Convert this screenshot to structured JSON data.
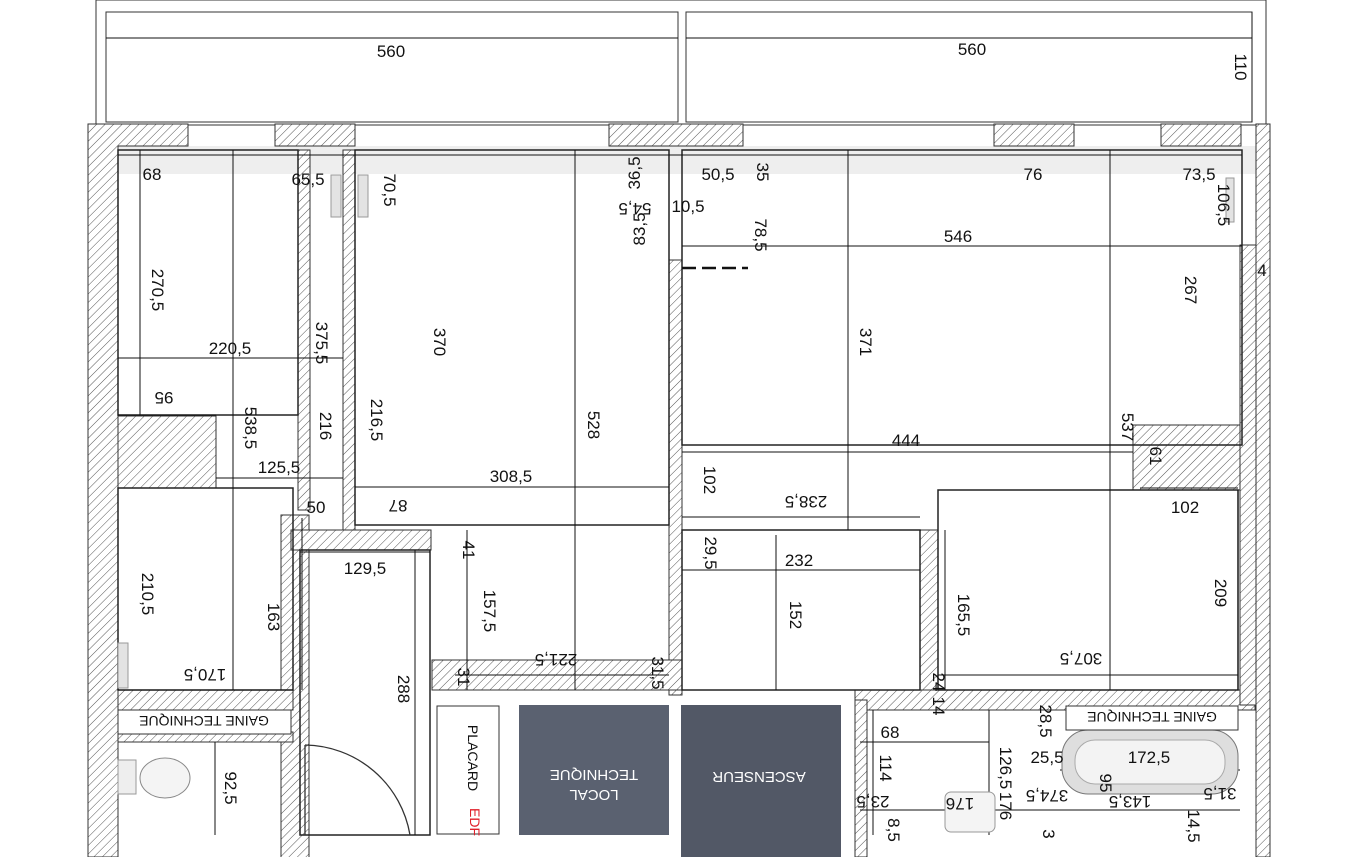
{
  "dimensions": [
    {
      "id": "top-left-width",
      "text": "560"
    },
    {
      "id": "top-right-width",
      "text": "560"
    },
    {
      "id": "top-right-depth",
      "text": "110"
    },
    {
      "id": "d68",
      "text": "68"
    },
    {
      "id": "d65-5",
      "text": "65,5"
    },
    {
      "id": "d70-5",
      "text": "70,5"
    },
    {
      "id": "d36-5",
      "text": "36,5"
    },
    {
      "id": "d54-5",
      "text": "54,5"
    },
    {
      "id": "d50-5",
      "text": "50,5"
    },
    {
      "id": "d35",
      "text": "35"
    },
    {
      "id": "d10-5",
      "text": "10,5"
    },
    {
      "id": "d83-5",
      "text": "83,5"
    },
    {
      "id": "d78-5",
      "text": "78,5"
    },
    {
      "id": "d76",
      "text": "76"
    },
    {
      "id": "d73-5",
      "text": "73,5"
    },
    {
      "id": "d106-5",
      "text": "106,5"
    },
    {
      "id": "d546",
      "text": "546"
    },
    {
      "id": "d270-5",
      "text": "270,5"
    },
    {
      "id": "d267",
      "text": "267"
    },
    {
      "id": "d4",
      "text": "4"
    },
    {
      "id": "d375-5",
      "text": "375,5"
    },
    {
      "id": "d370",
      "text": "370"
    },
    {
      "id": "d371",
      "text": "371"
    },
    {
      "id": "d220-5",
      "text": "220,5"
    },
    {
      "id": "d95",
      "text": "95"
    },
    {
      "id": "d538-5",
      "text": "538,5"
    },
    {
      "id": "d216",
      "text": "216"
    },
    {
      "id": "d216-5",
      "text": "216,5"
    },
    {
      "id": "d528",
      "text": "528"
    },
    {
      "id": "d444",
      "text": "444"
    },
    {
      "id": "d537",
      "text": "537"
    },
    {
      "id": "d61",
      "text": "61"
    },
    {
      "id": "d125-5",
      "text": "125,5"
    },
    {
      "id": "d308-5",
      "text": "308,5"
    },
    {
      "id": "d102a",
      "text": "102"
    },
    {
      "id": "d102b",
      "text": "102"
    },
    {
      "id": "d50",
      "text": "50"
    },
    {
      "id": "d87",
      "text": "87"
    },
    {
      "id": "d238-5",
      "text": "238,5"
    },
    {
      "id": "d41",
      "text": "41"
    },
    {
      "id": "d129-5",
      "text": "129,5"
    },
    {
      "id": "d29-5",
      "text": "29,5"
    },
    {
      "id": "d232",
      "text": "232"
    },
    {
      "id": "d210-5",
      "text": "210,5"
    },
    {
      "id": "d163",
      "text": "163"
    },
    {
      "id": "d157-5",
      "text": "157,5"
    },
    {
      "id": "d152",
      "text": "152"
    },
    {
      "id": "d165-5",
      "text": "165,5"
    },
    {
      "id": "d209",
      "text": "209"
    },
    {
      "id": "d170-5",
      "text": "170,5"
    },
    {
      "id": "d221-5",
      "text": "221,5"
    },
    {
      "id": "d31",
      "text": "31"
    },
    {
      "id": "d31-5a",
      "text": "31,5"
    },
    {
      "id": "d307-5",
      "text": "307,5"
    },
    {
      "id": "d24",
      "text": "24"
    },
    {
      "id": "d14",
      "text": "14"
    },
    {
      "id": "d288",
      "text": "288"
    },
    {
      "id": "d28-5",
      "text": "28,5"
    },
    {
      "id": "d68b",
      "text": "68"
    },
    {
      "id": "d114",
      "text": "114"
    },
    {
      "id": "d126-5",
      "text": "126,5"
    },
    {
      "id": "d25-5",
      "text": "25,5"
    },
    {
      "id": "d172-5",
      "text": "172,5"
    },
    {
      "id": "d92-5",
      "text": "92,5"
    },
    {
      "id": "d95b",
      "text": "95"
    },
    {
      "id": "d176a",
      "text": "176"
    },
    {
      "id": "d176b",
      "text": "176"
    },
    {
      "id": "d374-5",
      "text": "374,5"
    },
    {
      "id": "d143-5",
      "text": "143,5"
    },
    {
      "id": "d31-5b",
      "text": "31,5"
    },
    {
      "id": "d23-5",
      "text": "23,5"
    },
    {
      "id": "d8-5",
      "text": "8,5"
    },
    {
      "id": "d14-5",
      "text": "14,5"
    },
    {
      "id": "d3",
      "text": "3"
    }
  ],
  "rooms": {
    "gaine_left": "GAINE TECHNIQUE",
    "gaine_right": "GAINE TECHNIQUE",
    "placard": "PLACARD",
    "edf": "EDF",
    "local_line1": "LOCAL",
    "local_line2": "TECHNIQUE",
    "ascenseur": "ASCENSEUR"
  },
  "colors": {
    "wall_hatch": "#555555",
    "room_block": "#5a6170",
    "elevator_block": "#525866",
    "edf_red": "#e0202a",
    "top_band": "#eeeeee"
  }
}
